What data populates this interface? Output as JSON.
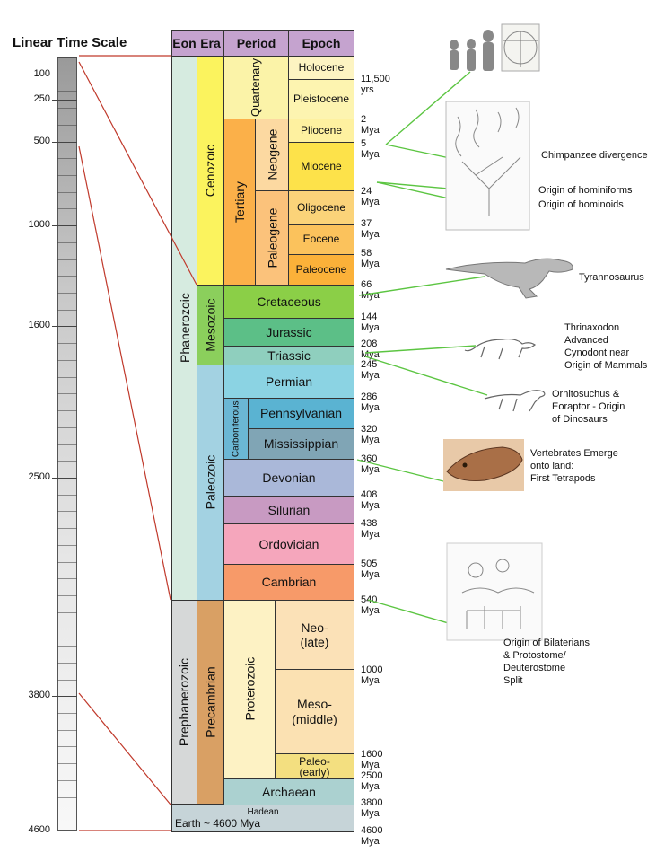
{
  "linear_scale": {
    "title": "Linear Time Scale",
    "labels": [
      {
        "value": 100,
        "text": "100"
      },
      {
        "value": 250,
        "text": "250"
      },
      {
        "value": 500,
        "text": "500"
      },
      {
        "value": 1000,
        "text": "1000"
      },
      {
        "value": 1600,
        "text": "1600"
      },
      {
        "value": 2500,
        "text": "2500"
      },
      {
        "value": 3800,
        "text": "3800"
      },
      {
        "value": 4600,
        "text": "4600"
      }
    ]
  },
  "headers": {
    "eon": "Eon",
    "era": "Era",
    "period": "Period",
    "epoch": "Epoch"
  },
  "eons": {
    "phanerozoic": "Phanerozoic",
    "prephanerozoic": "Prephanerozoic"
  },
  "eras": {
    "cenozoic": "Cenozoic",
    "mesozoic": "Mesozoic",
    "paleozoic": "Paleozoic",
    "precambrian": "Precambrian"
  },
  "periods": {
    "quartenary": "Quartenary",
    "tertiary": "Tertiary",
    "neogene": "Neogene",
    "paleogene": "Paleogene",
    "cretaceous": "Cretaceous",
    "jurassic": "Jurassic",
    "triassic": "Triassic",
    "permian": "Permian",
    "carboniferous": "Carboniferous",
    "pennsylvanian": "Pennsylvanian",
    "mississippian": "Mississippian",
    "devonian": "Devonian",
    "silurian": "Silurian",
    "ordovician": "Ordovician",
    "cambrian": "Cambrian",
    "proterozoic": "Proterozoic",
    "archaean": "Archaean",
    "hadean": "Hadean",
    "earth": "Earth ~ 4600 Mya"
  },
  "epochs": {
    "holocene": "Holocene",
    "pleistocene": "Pleistocene",
    "pliocene": "Pliocene",
    "miocene": "Miocene",
    "oligocene": "Oligocene",
    "eocene": "Eocene",
    "paleocene": "Paleocene",
    "neo1": "Neo-",
    "neo2": "(late)",
    "meso1": "Meso-",
    "meso2": "(middle)",
    "paleo1": "Paleo-",
    "paleo2": "(early)"
  },
  "mya_labels": [
    {
      "id": "y11500",
      "text": "11,500 yrs"
    },
    {
      "id": "y2",
      "text": "2 Mya"
    },
    {
      "id": "y5",
      "text": "5 Mya"
    },
    {
      "id": "y24",
      "text": "24 Mya"
    },
    {
      "id": "y37",
      "text": "37 Mya"
    },
    {
      "id": "y58",
      "text": "58 Mya"
    },
    {
      "id": "y66",
      "text": "66 Mya"
    },
    {
      "id": "y144",
      "text": "144 Mya"
    },
    {
      "id": "y208",
      "text": "208 Mya"
    },
    {
      "id": "y245",
      "text": "245 Mya"
    },
    {
      "id": "y286",
      "text": "286 Mya"
    },
    {
      "id": "y320",
      "text": "320 Mya"
    },
    {
      "id": "y360",
      "text": "360 Mya"
    },
    {
      "id": "y408",
      "text": "408 Mya"
    },
    {
      "id": "y438",
      "text": "438 Mya"
    },
    {
      "id": "y505",
      "text": "505 Mya"
    },
    {
      "id": "y540",
      "text": "540 Mya"
    },
    {
      "id": "y1000",
      "text": "1000 Mya"
    },
    {
      "id": "y1600",
      "text": "1600 Mya"
    },
    {
      "id": "y2500",
      "text": "2500 Mya"
    },
    {
      "id": "y3800",
      "text": "3800 Mya"
    },
    {
      "id": "y4600",
      "text": "4600 Mya"
    }
  ],
  "annotations": {
    "chimp": "Chimpanzee divergence",
    "hominiforms": "Origin of hominiforms",
    "hominoids": "Origin of hominoids",
    "trex": "Tyrannosaurus",
    "thrinax": [
      "Thrinaxodon",
      "Advanced",
      "Cynodont near",
      "Origin of Mammals"
    ],
    "ornito": [
      "Ornitosuchus &",
      "Eoraptor - Origin",
      "of Dinosaurs"
    ],
    "vert": [
      "Vertebrates Emerge",
      "onto land:",
      "First Tetrapods"
    ],
    "bilat": [
      "Origin of Bilaterians",
      "& Protostome/",
      "Deuterostome",
      "Split"
    ]
  },
  "colors": {
    "connector_green": "#5cc542",
    "connector_red": "#c0392b",
    "header": "#c5a3cf",
    "eon_phanerozoic": "#d6ebe0",
    "eon_prephanerozoic": "#d6d8d8",
    "cenozoic": "#fbf35e",
    "mesozoic": "#8bcf5c",
    "paleozoic": "#a3d2e2",
    "precambrian": "#d9a064"
  }
}
